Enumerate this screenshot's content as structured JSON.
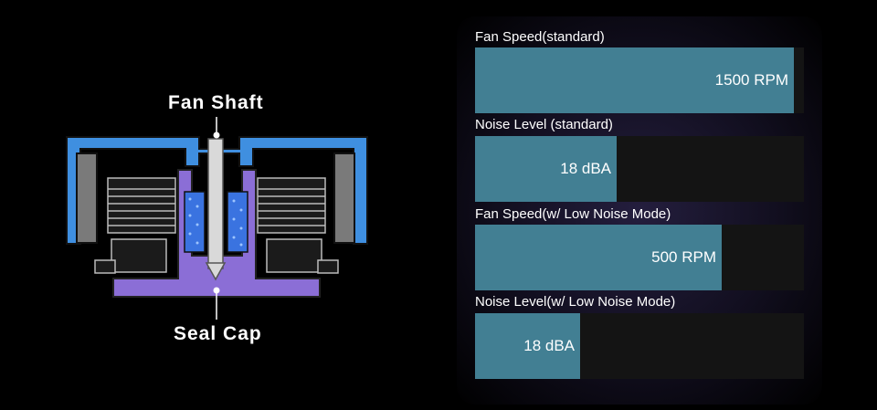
{
  "diagram": {
    "top_label": "Fan Shaft",
    "bottom_label": "Seal Cap"
  },
  "colors": {
    "housing": "#3f8fe0",
    "bearing": "#4a7cd8",
    "cap": "#8b6ed6",
    "bar_fill": "#427f93",
    "track": "#141414"
  },
  "chart_data": {
    "type": "bar",
    "orientation": "horizontal",
    "categories": [
      "Fan Speed(standard)",
      "Noise Level (standard)",
      "Fan Speed(w/ Low Noise Mode)",
      "Noise Level(w/ Low Noise Mode)"
    ],
    "series": [
      {
        "values": [
          0.97,
          0.43,
          0.75,
          0.32
        ],
        "value_labels": [
          "1500 RPM",
          "18 dBA",
          "500 RPM",
          "18 dBA"
        ]
      }
    ]
  }
}
